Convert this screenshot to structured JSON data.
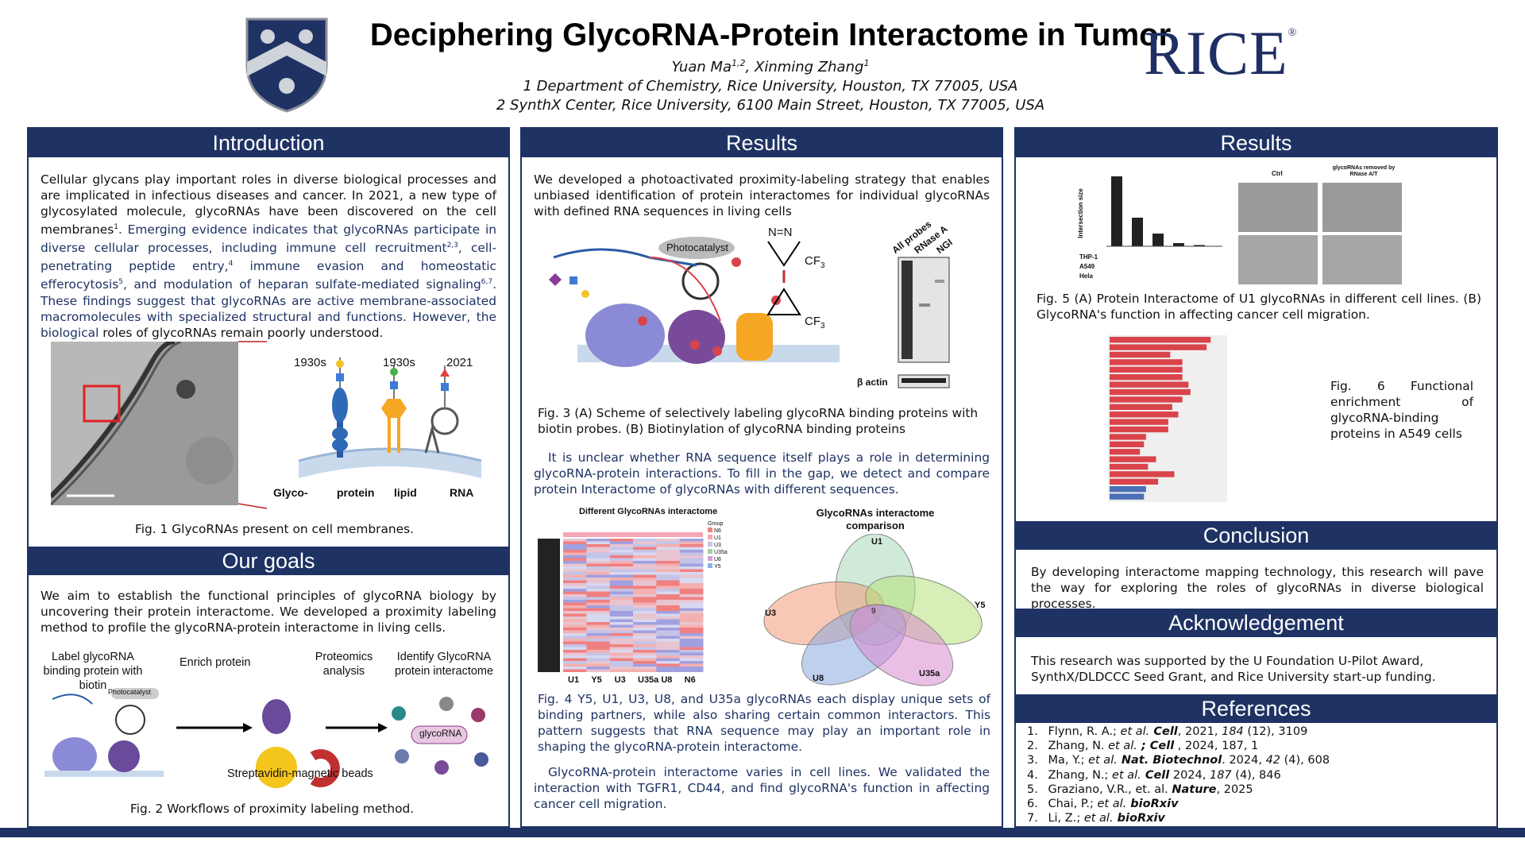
{
  "header": {
    "title": "Deciphering GlycoRNA-Protein Interactome in Tumor",
    "authors": "Yuan Ma",
    "authors_sup1": "1,2",
    "authors_mid": ", Xinming Zhang",
    "authors_sup2": "1",
    "affil1": "1 Department of Chemistry, Rice University, Houston, TX 77005, USA",
    "affil2": "2 SynthX Center, Rice University, 6100 Main Street, Houston, TX 77005, USA",
    "logo_text": "RICE",
    "logo_mark": "®"
  },
  "colors": {
    "navy": "#1e3263",
    "red": "#d9434b",
    "blue_bar": "#4a6fb5"
  },
  "intro": {
    "heading": "Introduction",
    "p1_black": "Cellular glycans play important roles in diverse biological processes and are implicated in infectious diseases and cancer. In 2021, a new type of glycosylated molecule, glycoRNAs have been discovered on the cell membranes",
    "p1_sup": "1",
    "p1_blue": ". Emerging evidence indicates that glycoRNAs participate in diverse cellular processes, including immune cell recruitment",
    "p1_sup2": "2,3",
    "p1_blue2": ", cell-penetrating peptide entry,",
    "p1_sup3": "4",
    "p1_blue3": " immune evasion and homeostatic efferocytosis",
    "p1_sup4": "5",
    "p1_blue4": ", and modulation of heparan sulfate-mediated signaling",
    "p1_sup5": "6,7",
    "p1_blue5": ". These findings suggest that glycoRNAs are active membrane-associated macromolecules with specialized structural and functions. However, the biological",
    "p1_black2": " roles of glycoRNAs remain poorly understood.",
    "fig1_years": [
      "1930s",
      "1930s",
      "2021"
    ],
    "fig1_labels": [
      "Glyco-",
      "protein",
      "lipid",
      "RNA"
    ],
    "fig1_caption": "Fig. 1 GlycoRNAs present on cell membranes."
  },
  "goals": {
    "heading": "Our goals",
    "text": "We aim to establish the functional principles of glycoRNA biology by uncovering their protein interactome. We developed a proximity labeling method to profile the glycoRNA-protein interactome in living cells.",
    "step1": "Label glycoRNA binding protein with biotin",
    "step2": "Enrich protein",
    "step3": "Proteomics analysis",
    "step4": "Identify GlycoRNA protein interactome",
    "photocatalyst": "Photocatalyst",
    "glyco_label": "glycoRNA",
    "beads": "Streptavidin-magnetic beads",
    "fig2_caption": "Fig. 2 Workflows of proximity labeling method."
  },
  "results1": {
    "heading": "Results",
    "p1": "We developed a photoactivated proximity-labeling strategy that enables unbiased identification of protein interactomes for individual glycoRNAs with defined RNA sequences in living cells",
    "photocatalyst": "Photocatalyst",
    "diazirine": "N=N",
    "cf3": "CF",
    "cf3_sub": "3",
    "blot_labels": [
      "All probes",
      "RNase A",
      "NGI"
    ],
    "beta_actin": "β actin",
    "fig3_caption": "Fig. 3 (A) Scheme of selectively labeling glycoRNA binding proteins with biotin probes. (B) Biotinylation of glycoRNA binding proteins",
    "p2": "It is unclear whether RNA sequence itself plays a role in determining glycoRNA-protein interactions. To fill in the gap, we detect and compare protein Interactome of glycoRNAs with different sequences.",
    "heatmap_title": "Different GlycoRNAs interactome",
    "heatmap_cols": [
      "U1",
      "Y5",
      "U3",
      "U35a",
      "U8",
      "N6"
    ],
    "heatmap_group_label": "Group",
    "heatmap_groups": [
      "N6",
      "U1",
      "U3",
      "U35a",
      "U8",
      "Y5"
    ],
    "venn_title": "GlycoRNAs interactome comparison",
    "venn_labels": [
      "U1",
      "U3",
      "Y5",
      "U8",
      "U35a"
    ],
    "venn_center": "9",
    "fig4_caption": "Fig. 4 Y5, U1, U3, U8, and U35a glycoRNAs each display unique sets of binding partners, while also sharing certain common interactors. This pattern suggests that RNA sequence may play an important role in shaping the glycoRNA-protein interactome.",
    "p3": "GlycoRNA-protein interactome varies in cell lines. We validated the interaction with TGFR1, CD44, and find glycoRNA's function in affecting cancer cell migration."
  },
  "results2": {
    "heading": "Results",
    "upset_ylabel": "Intersection size",
    "upset_rows": [
      "THP-1",
      "A549",
      "Hela"
    ],
    "upset_values": [
      110,
      45,
      20,
      5,
      2
    ],
    "mig_labels": [
      "Ctrl",
      "glycoRNAs removed by RNase A/T"
    ],
    "fig5_caption": "Fig. 5 (A) Protein Interactome of U1 glycoRNAs in different cell lines. (B) GlycoRNA's function in affecting cancer cell migration.",
    "fig6_caption": "Fig. 6 Functional enrichment of glycoRNA-binding proteins in A549 cells",
    "enrich_values": [
      50,
      48,
      30,
      36,
      36,
      36,
      39,
      40,
      36,
      31,
      34,
      29,
      29,
      18,
      17,
      15,
      23,
      19,
      32,
      24,
      18,
      17
    ]
  },
  "conclusion": {
    "heading": "Conclusion",
    "text": "By developing interactome mapping technology, this research will pave the way for exploring the roles of glycoRNAs in diverse biological processes."
  },
  "ack": {
    "heading": "Acknowledgement",
    "text": "This research was supported by the U Foundation U-Pilot Award, SynthX/DLDCCC Seed Grant, and Rice University start-up funding."
  },
  "refs": {
    "heading": "References",
    "items": [
      {
        "n": "1.",
        "a": "Flynn, R. A.; ",
        "etal": "et al.",
        "j": " Cell",
        "r": ", 2021, ",
        "v": "184",
        "t": " (12), 3109"
      },
      {
        "n": "2.",
        "a": "Zhang, N. ",
        "etal": "et al.",
        "j": " ; Cell",
        "r": " , 2024, 187, 1",
        "v": "",
        "t": ""
      },
      {
        "n": "3.",
        "a": "Ma, Y.; ",
        "etal": "et al.",
        "j": " Nat. Biotechnol",
        "r": ". 2024, ",
        "v": "42",
        "t": " (4), 608"
      },
      {
        "n": "4.",
        "a": "Zhang, N.; ",
        "etal": "et al.",
        "j": " Cell",
        "r": " 2024, ",
        "v": "187",
        "t": " (4), 846"
      },
      {
        "n": "5.",
        "a": "Graziano, V.R., et. al. ",
        "etal": "",
        "j": "Nature",
        "r": ", 2025",
        "v": "",
        "t": ""
      },
      {
        "n": "6.",
        "a": "Chai, P.; ",
        "etal": "et al.",
        "j": " bioRxiv",
        "r": "",
        "v": "",
        "t": ""
      },
      {
        "n": "7.",
        "a": "Li, Z.; ",
        "etal": "et al.",
        "j": " bioRxiv",
        "r": "",
        "v": "",
        "t": ""
      }
    ]
  }
}
